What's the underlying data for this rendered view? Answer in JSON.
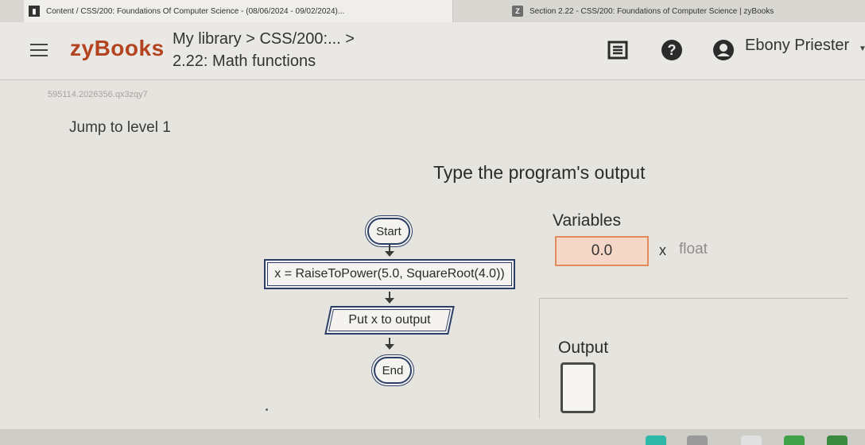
{
  "browser": {
    "tabs": [
      {
        "title": "Content / CSS/200: Foundations Of Computer Science - (08/06/2024 - 09/02/2024)..."
      },
      {
        "title": "Section 2.22 - CSS/200: Foundations of Computer Science | zyBooks"
      }
    ]
  },
  "header": {
    "logo": "zyBooks",
    "breadcrumb": "My library > CSS/200:... >",
    "subtitle": "2.22: Math functions",
    "user_name": "Ebony Priester"
  },
  "session_id": "595114.2026356.qx3zqy7",
  "jump_label": "Jump to level 1",
  "challenge": {
    "title": "Type the program's output",
    "flowchart": {
      "start": "Start",
      "assign": "x = RaiseToPower(5.0, SquareRoot(4.0))",
      "output_step": "Put x to output",
      "end": "End"
    },
    "variables": {
      "label": "Variables",
      "items": [
        {
          "value": "0.0",
          "name": "x",
          "type": "float"
        }
      ]
    },
    "output": {
      "label": "Output",
      "value": ""
    }
  },
  "colors": {
    "brand": "#b4431f",
    "flow_border": "#2b3f66",
    "var_highlight_bg": "#f4d7c7",
    "var_highlight_border": "#e18a5c"
  }
}
